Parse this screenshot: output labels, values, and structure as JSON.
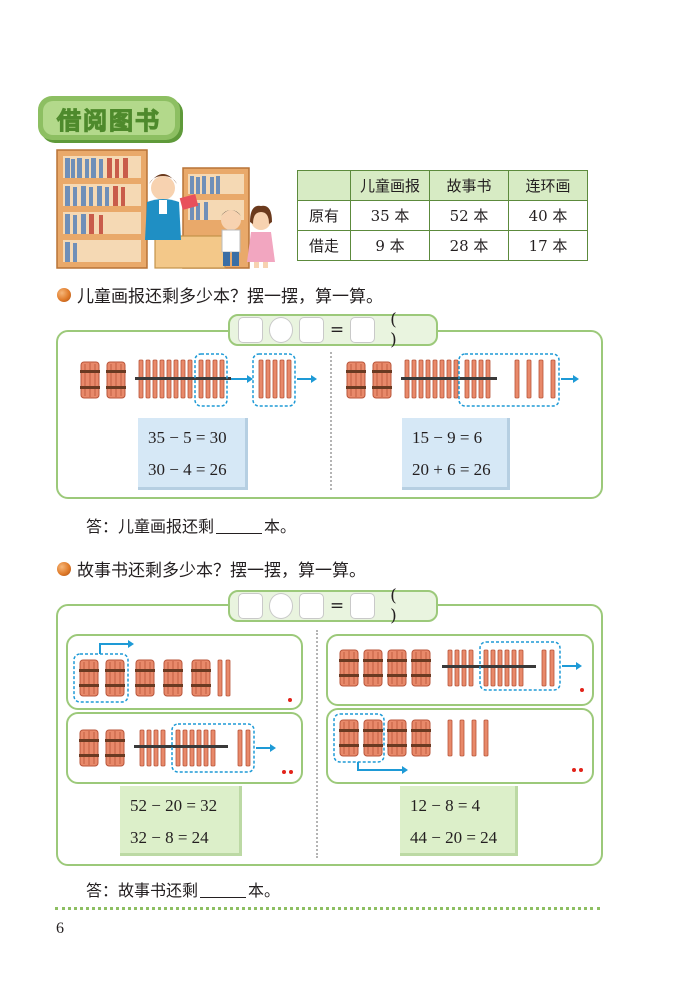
{
  "title": "借阅图书",
  "table": {
    "headers": [
      "儿童画报",
      "故事书",
      "连环画"
    ],
    "rows": [
      {
        "label": "原有",
        "values": [
          "35 本",
          "52 本",
          "40 本"
        ]
      },
      {
        "label": "借走",
        "values": [
          "9 本",
          "28 本",
          "17 本"
        ]
      }
    ]
  },
  "section1": {
    "question": "儿童画报还剩多少本？摆一摆，算一算。",
    "eq_sign": "=",
    "paren": "( )",
    "left_calc": [
      "35 − 5 = 30",
      "30 − 4 = 26"
    ],
    "right_calc": [
      "15 − 9 = 6",
      "20 + 6 = 26"
    ],
    "answer_prefix": "答：儿童画报还剩",
    "answer_suffix": "本。"
  },
  "section2": {
    "question": "故事书还剩多少本？摆一摆，算一算。",
    "eq_sign": "=",
    "paren": "( )",
    "left_calc": [
      "52 − 20 = 32",
      "32 − 8 = 24"
    ],
    "right_calc": [
      "12 − 8 = 4",
      "44 − 20 = 24"
    ],
    "answer_prefix": "答：故事书还剩",
    "answer_suffix": "本。"
  },
  "page_number": "6",
  "colors": {
    "green_border": "#9cc97a",
    "title_green": "#b3d98b",
    "stick_orange": "#e8896a",
    "arrow_blue": "#1e9ad6",
    "calc_blue": "#d6e8f6",
    "calc_green": "#dcefc9"
  }
}
